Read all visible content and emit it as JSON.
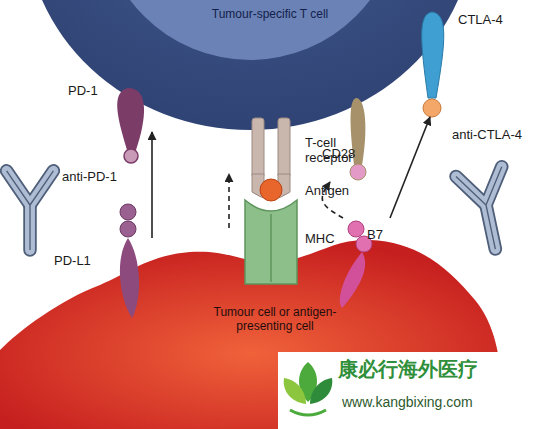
{
  "diagram": {
    "nodes": [
      {
        "text": [
          "Tumour-specific T cell"
        ]
      },
      {
        "text": [
          "PD-1"
        ]
      },
      {
        "text": [
          "CTLA-4"
        ]
      },
      {
        "text": [
          "T-cell receptor"
        ]
      },
      {
        "text": [
          "CD28"
        ]
      },
      {
        "text": [
          "anti-PD-1"
        ]
      },
      {
        "text": [
          "anti-CTLA-4"
        ]
      },
      {
        "text": [
          "Antigen"
        ]
      },
      {
        "text": [
          "MHC"
        ]
      },
      {
        "text": [
          "PD-L1"
        ]
      },
      {
        "text": [
          "B7"
        ]
      },
      {
        "text": [
          "Tumour cell or antigen-presenting cell"
        ]
      }
    ],
    "edges": [
      {
        "from": 9,
        "to": 1,
        "arrow": "to"
      },
      {
        "from": 8,
        "to": 3,
        "arrow": "to"
      },
      {
        "from": 10,
        "to": 4,
        "arrow": "to"
      },
      {
        "from": 10,
        "to": 2,
        "arrow": "to"
      }
    ],
    "labels": [
      "康必行海外医疗",
      "www.kangbixing.com"
    ]
  }
}
